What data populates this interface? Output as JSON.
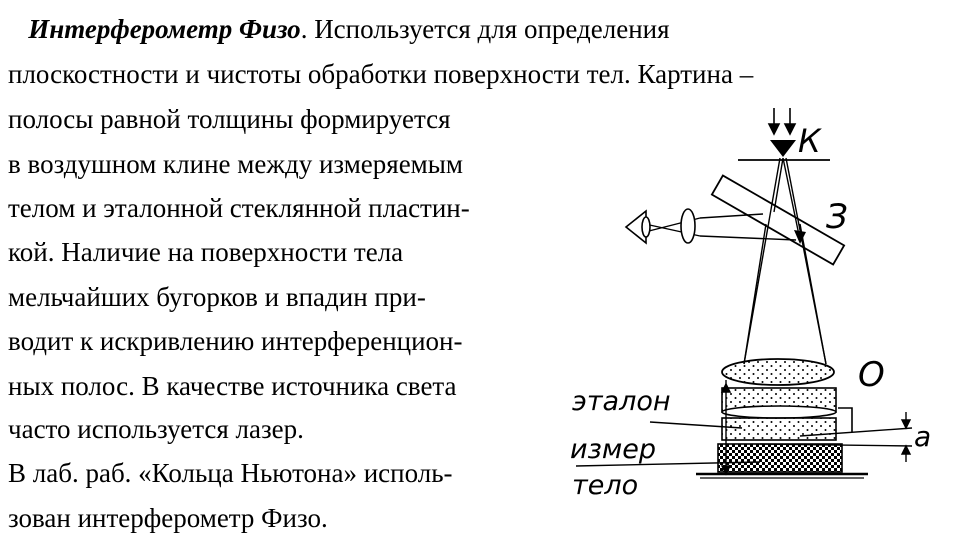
{
  "text": {
    "term": "Интерферометр Физо",
    "line1_rest": ". Используется для определения",
    "line2": "плоскостности и чистоты обработки поверхности тел. Картина –",
    "line3": "полосы равной толщины формируется",
    "line4": "в воздушном клине между измеряемым",
    "line5": "телом и эталонной стеклянной пластин-",
    "line6": "кой. Наличие на поверхности тела",
    "line7": "мельчайших бугорков и впадин при-",
    "line8": "водит к искривлению интерференцион-",
    "line9": "ных полос. В качестве источника света",
    "line10": "часто используется лазер.",
    "line11": "В лаб. раб. «Кольца Ньютона» исполь-",
    "line12": "зован интерферометр Физо."
  },
  "diagram": {
    "label_source": "К",
    "label_mirror": "З",
    "label_lens": "О",
    "label_reference": "эталон",
    "label_measured_line1": "измер",
    "label_measured_line2": "тело",
    "label_gap": "а",
    "eye_icon": "eye-icon"
  }
}
